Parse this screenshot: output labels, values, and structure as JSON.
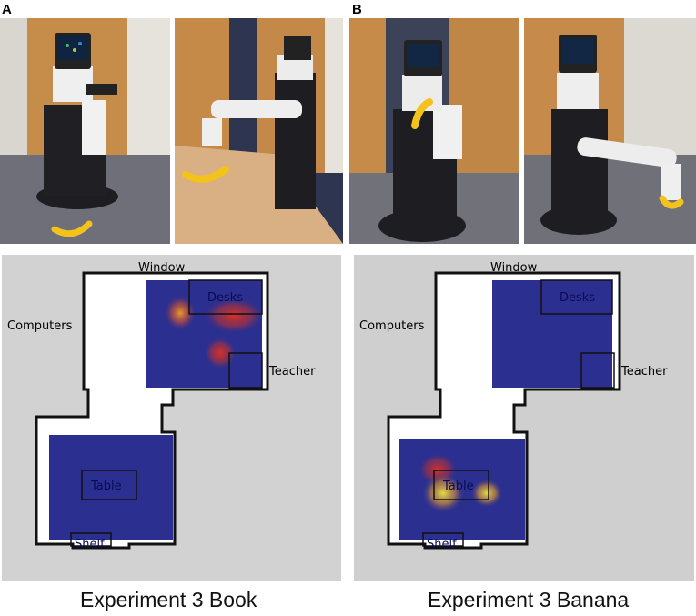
{
  "panels": [
    {
      "letter": "A",
      "heatmap": {
        "labels": {
          "window": "Window",
          "desks": "Desks",
          "computers": "Computers",
          "teacher": "Teacher",
          "table": "Table",
          "shelf": "Shelf"
        }
      },
      "caption": "Experiment 3 Book"
    },
    {
      "letter": "B",
      "heatmap": {
        "labels": {
          "window": "Window",
          "desks": "Desks",
          "computers": "Computers",
          "teacher": "Teacher",
          "table": "Table",
          "shelf": "Shelf"
        }
      },
      "caption": "Experiment 3 Banana"
    }
  ],
  "colors": {
    "heatmap_base": "#2b2f8f",
    "heatmap_hot": "#e0301e",
    "heatmap_warm": "#f2a024",
    "heatmap_yellow": "#e9e640",
    "map_background": "#cfcfcf"
  }
}
